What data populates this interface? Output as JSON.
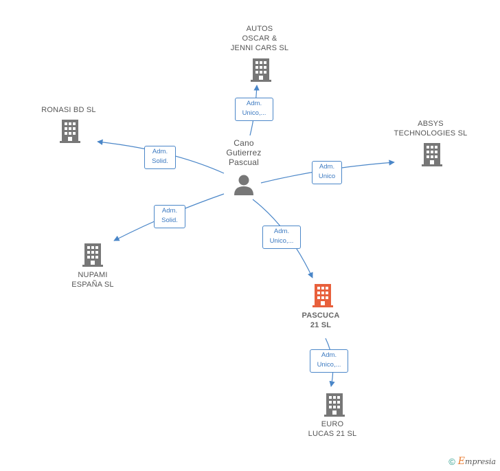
{
  "nodes": {
    "autos": {
      "label": "AUTOS\nOSCAR &\nJENNI CARS SL"
    },
    "ronasi": {
      "label": "RONASI BD  SL"
    },
    "absys": {
      "label": "ABSYS\nTECHNOLOGIES SL"
    },
    "person": {
      "label": "Cano\nGutierrez\nPascual"
    },
    "nupami": {
      "label": "NUPAMI\nESPAÑA  SL"
    },
    "pascuca": {
      "label": "PASCUCA\n21  SL"
    },
    "euro": {
      "label": "EURO\nLUCAS 21  SL"
    }
  },
  "edges": {
    "to_autos": "Adm.\nUnico,...",
    "to_ronasi": "Adm.\nSolid.",
    "to_absys": "Adm.\nUnico",
    "to_nupami": "Adm.\nSolid.",
    "to_pascuca": "Adm.\nUnico,...",
    "to_euro": "Adm.\nUnico,..."
  },
  "colors": {
    "building": "#777777",
    "main_building": "#e8603c",
    "edge": "#4a86c8"
  },
  "footer": {
    "copyright": "©",
    "brand_initial": "E",
    "brand_rest": "mpresia"
  }
}
